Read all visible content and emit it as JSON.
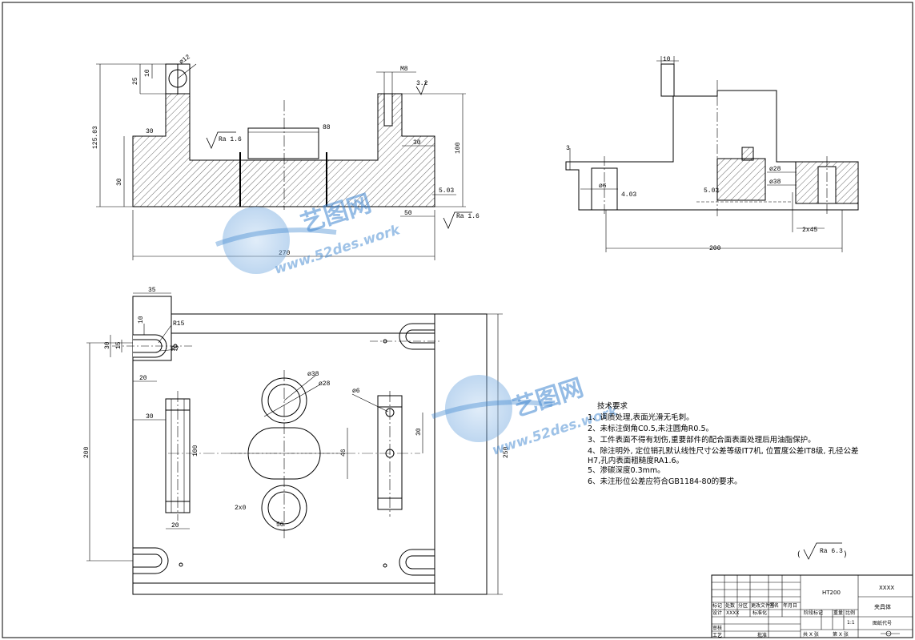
{
  "dimensions": {
    "v1_width": "270",
    "v1_height": "125.03",
    "v1_top": "25",
    "v1_hole_top": "10",
    "v1_bore": "ø12",
    "v1_left_step": "30",
    "v1_base_h": "30",
    "v1_slot": "88",
    "v1_right_step": "30",
    "v1_right_h": "100",
    "v1_m8": "M8",
    "v1_chamfer": "5.03",
    "v1_bottom": "50",
    "v2_width": "200",
    "v2_top_w": "10",
    "v2_left": "3",
    "v2_ring1": "ø28",
    "v2_ring2": "ø38",
    "v2_hole": "ø6",
    "v2_inner": "4.03",
    "v2_chamfer": "5.03",
    "v2_ch45": "2x45",
    "v3_w35": "35",
    "v3_r15": "R15",
    "v3_r7": "R7",
    "v3_10": "10",
    "v3_30a": "30",
    "v3_15": "15",
    "v3_20a": "20",
    "v3_30b": "30",
    "v3_100": "100",
    "v3_20b": "20",
    "v3_h200": "200",
    "v3_h250": "250",
    "v3_d38": "ø38",
    "v3_d28": "ø28",
    "v3_d6": "ø6",
    "v3_46": "46",
    "v3_30c": "30",
    "v3_2x0": "2x0",
    "v3_50": "50"
  },
  "roughness": {
    "r1": "Ra 1.6",
    "r2": "Ra 1.6",
    "r3": "3.2",
    "general": "Ra 6.3"
  },
  "notes": {
    "title": "技术要求",
    "lines": [
      "1、调质处理,表面光滑无毛刺。",
      "2、未标注倒角C0.5,未注圆角R0.5。",
      "3、工件表面不得有划伤,重要部件的配合面表面处理后用油脂保护。",
      "4、除注明外, 定位销孔默认线性尺寸公差等级IT7机, 位置度公差IT8级, 孔径公差",
      "H7,孔内表面粗糙度RA1.6。",
      "5、渗碳深度0.3mm。",
      "6、未注形位公差应符合GB1184-80的要求。"
    ]
  },
  "title_block": {
    "material": "HT200",
    "company": "XXXX",
    "part_name": "夹具体",
    "drawing_no": "图纸代号",
    "scale": "1:1",
    "label_mark": "标记",
    "label_count": "处数",
    "label_zone": "分区",
    "label_doc": "更改文件号",
    "label_sign": "签名",
    "label_date": "年月日",
    "label_design": "设计",
    "label_designer": "XXXX",
    "label_std": "标准化",
    "label_stage": "阶段标记",
    "label_weight": "重量",
    "label_ratio": "比例",
    "label_review": "审核",
    "label_process": "工艺",
    "label_approve": "批准",
    "sheets_total": "共 X 张",
    "sheet_no": "第 X 张"
  },
  "watermark": {
    "brand": "艺图网",
    "url": "www.52des.work"
  }
}
